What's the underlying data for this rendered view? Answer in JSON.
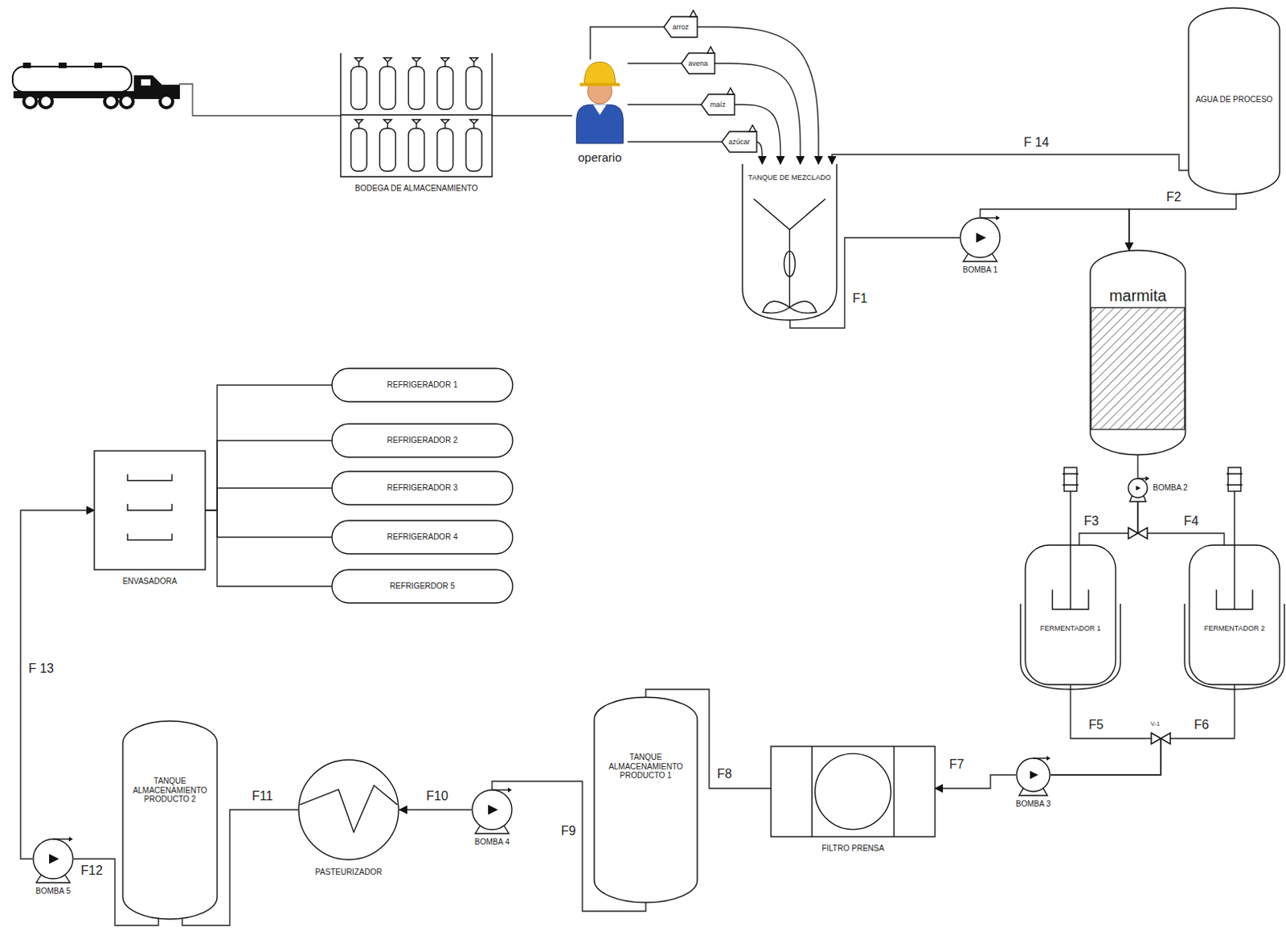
{
  "diagram": {
    "nodes": [
      {
        "text": [
          "BODEGA DE ALMACENAMIENTO"
        ]
      },
      {
        "text": [
          "operario"
        ]
      },
      {
        "text": [
          "arroz"
        ]
      },
      {
        "text": [
          "avena"
        ]
      },
      {
        "text": [
          "maíz"
        ]
      },
      {
        "text": [
          "azúcar"
        ]
      },
      {
        "text": [
          "TANQUE DE MEZCLADO"
        ]
      },
      {
        "text": [
          "AGUA DE PROCESO"
        ]
      },
      {
        "text": [
          "BOMBA 1"
        ]
      },
      {
        "text": [
          "marmita"
        ]
      },
      {
        "text": [
          "BOMBA 2"
        ]
      },
      {
        "text": [
          "FERMENTADOR 1"
        ]
      },
      {
        "text": [
          "FERMENTADOR 2"
        ]
      },
      {
        "text": [
          "REFRIGERADOR 1"
        ]
      },
      {
        "text": [
          "REFRIGERADOR 2"
        ]
      },
      {
        "text": [
          "REFRIGERADOR 3"
        ]
      },
      {
        "text": [
          "REFRIGERADOR 4"
        ]
      },
      {
        "text": [
          "REFRIGERDOR 5"
        ]
      },
      {
        "text": [
          "ENVASADORA"
        ]
      },
      {
        "text": [
          "BOMBA 3"
        ]
      },
      {
        "text": [
          "FILTRO PRENSA"
        ]
      },
      {
        "text": [
          "TANQUE ALMACENAMIENTO PRODUCTO 1"
        ]
      },
      {
        "text": [
          "BOMBA 4"
        ]
      },
      {
        "text": [
          "PASTEURIZADOR"
        ]
      },
      {
        "text": [
          "TANQUE ALMACENAMIENTO PRODUCTO 2"
        ]
      },
      {
        "text": [
          "BOMBA 5"
        ]
      }
    ],
    "edges": [
      {
        "from": 0,
        "to": 1,
        "arrow": "none"
      },
      {
        "from": 1,
        "to": 2,
        "arrow": "none"
      },
      {
        "from": 1,
        "to": 3,
        "arrow": "none"
      },
      {
        "from": 1,
        "to": 4,
        "arrow": "none"
      },
      {
        "from": 1,
        "to": 5,
        "arrow": "none"
      },
      {
        "from": 2,
        "to": 6,
        "arrow": "to"
      },
      {
        "from": 3,
        "to": 6,
        "arrow": "to"
      },
      {
        "from": 4,
        "to": 6,
        "arrow": "to"
      },
      {
        "from": 5,
        "to": 6,
        "arrow": "to"
      },
      {
        "from": 7,
        "to": 6,
        "label": "F 14",
        "arrow": "to"
      },
      {
        "from": 6,
        "to": 8,
        "label": "F1",
        "arrow": "none"
      },
      {
        "from": 8,
        "to": 9,
        "arrow": "to"
      },
      {
        "from": 7,
        "to": 9,
        "label": "F2",
        "arrow": "none"
      },
      {
        "from": 9,
        "to": 10,
        "arrow": "none"
      },
      {
        "from": 10,
        "to": 11,
        "label": "F3",
        "arrow": "none"
      },
      {
        "from": 10,
        "to": 12,
        "label": "F4",
        "arrow": "none"
      },
      {
        "from": 11,
        "to": 19,
        "label": "F5",
        "arrow": "none"
      },
      {
        "from": 12,
        "to": 19,
        "label": "F6",
        "arrow": "none"
      },
      {
        "from": 19,
        "to": 20,
        "label": "F7",
        "arrow": "to"
      },
      {
        "from": 20,
        "to": 21,
        "label": "F8",
        "arrow": "none"
      },
      {
        "from": 21,
        "to": 22,
        "label": "F9",
        "arrow": "none"
      },
      {
        "from": 22,
        "to": 23,
        "label": "F10",
        "arrow": "to"
      },
      {
        "from": 23,
        "to": 24,
        "label": "F11",
        "arrow": "none"
      },
      {
        "from": 24,
        "to": 25,
        "label": "F12",
        "arrow": "none"
      },
      {
        "from": 25,
        "to": 18,
        "label": "F 13",
        "arrow": "to"
      },
      {
        "from": 18,
        "to": 13,
        "arrow": "none"
      },
      {
        "from": 18,
        "to": 14,
        "arrow": "none"
      },
      {
        "from": 18,
        "to": 15,
        "arrow": "none"
      },
      {
        "from": 18,
        "to": 16,
        "arrow": "none"
      },
      {
        "from": 18,
        "to": 17,
        "arrow": "none"
      }
    ],
    "labels": [
      "V-1"
    ]
  }
}
